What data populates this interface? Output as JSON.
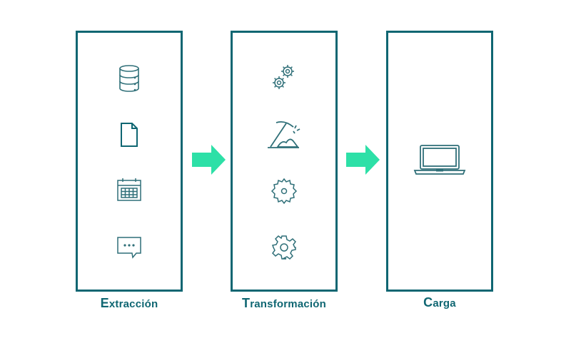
{
  "colors": {
    "border": "#0f6672",
    "icon": "#2f6f78",
    "arrow": "#2de0a7",
    "label": "#0f6672"
  },
  "stages": [
    {
      "label_first": "E",
      "label_rest": "xtracción",
      "icons": [
        "database-icon",
        "document-icon",
        "calendar-icon",
        "chat-icon"
      ]
    },
    {
      "label_first": "T",
      "label_rest": "ransformación",
      "icons": [
        "gears-icon",
        "pickaxe-icon",
        "saw-blade-icon",
        "gear-icon"
      ]
    },
    {
      "label_first": "C",
      "label_rest": "arga",
      "icons": [
        "laptop-icon"
      ]
    }
  ]
}
